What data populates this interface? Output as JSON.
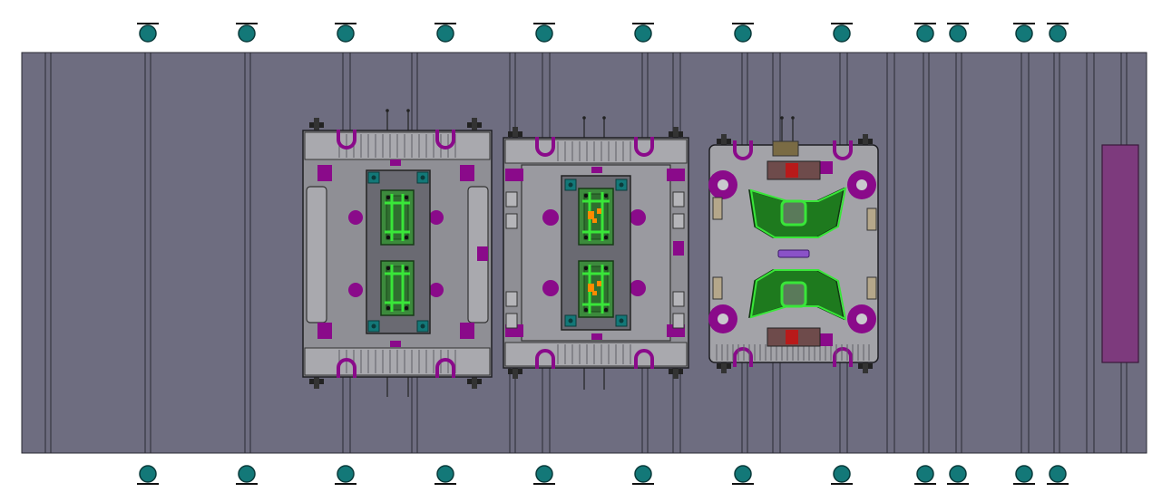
{
  "colors": {
    "background": "#ffffff",
    "bed": "#6e6d80",
    "bed_line": "#2a2a33",
    "die_body": "#8f8f95",
    "die_light": "#a9a9ae",
    "die_dark": "#5f5f66",
    "purple": "#8a0a8a",
    "purple_panel": "#7d3a7d",
    "teal": "#137878",
    "green": "#39e639",
    "green_dark": "#1e7a1e",
    "orange": "#ff8a00",
    "red": "#b81a1a",
    "brown": "#7a6b44"
  },
  "bed": {
    "name": "press-bed",
    "rail_count": 24
  },
  "anchors": {
    "top_count": 12,
    "bottom_count": 12,
    "icon": "circle-anchor-icon"
  },
  "dies": [
    {
      "name": "die-station-1",
      "type": "twin-cavity"
    },
    {
      "name": "die-station-2",
      "type": "twin-cavity-orange"
    },
    {
      "name": "die-station-3",
      "type": "forming"
    }
  ],
  "side_panel": {
    "name": "side-panel",
    "color": "#7d3a7d"
  }
}
